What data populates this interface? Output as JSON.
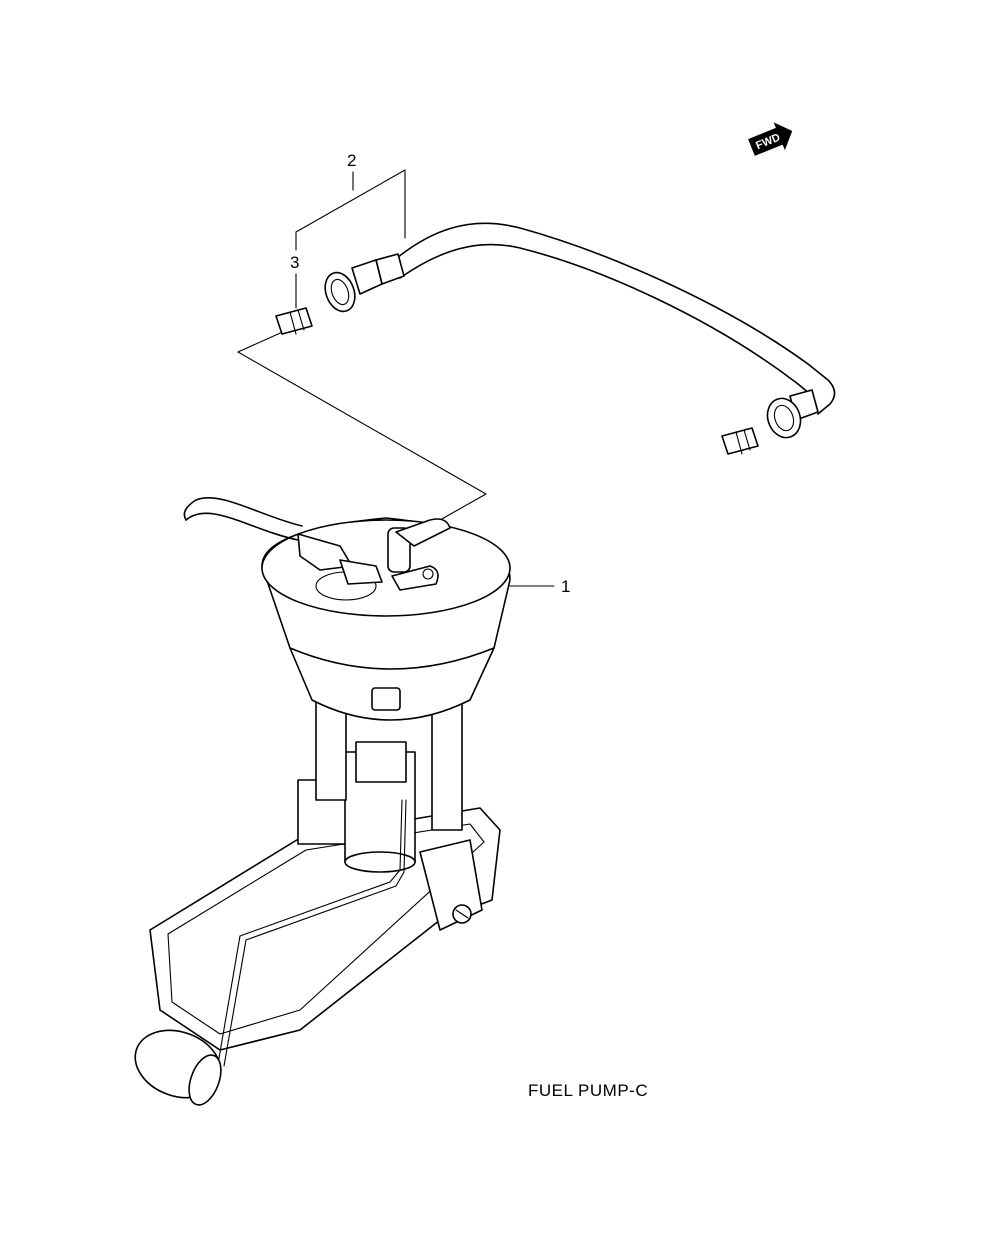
{
  "diagram": {
    "caption": "FUEL PUMP-C",
    "direction_badge": {
      "label": "FWD",
      "icon": "forward-arrow-icon",
      "color": "#000000"
    },
    "callouts": [
      {
        "number": "1",
        "part": "fuel-pump-assembly"
      },
      {
        "number": "2",
        "part": "fuel-hose"
      },
      {
        "number": "3",
        "part": "hose-clip"
      }
    ]
  }
}
